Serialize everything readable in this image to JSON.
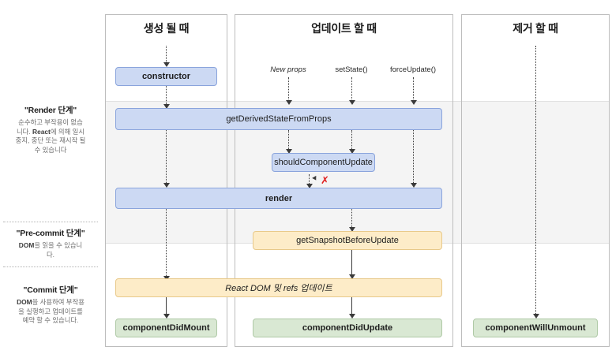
{
  "diagram": {
    "title": "React Component Lifecycle",
    "colors": {
      "render_box": "#ccd9f3",
      "render_box_border": "#8aa4dc",
      "precommit_box": "#fdecc8",
      "precommit_box_border": "#e8c98a",
      "commit_box": "#d9e8d3",
      "commit_box_border": "#afc9a6",
      "band": "#f4f4f4",
      "reject": "#e02020"
    }
  },
  "legend": {
    "phases": [
      {
        "title": "\"Render 단계\"",
        "body_lines": [
          "순수하고 부작용이 없습",
          "니다. React에 의해 일시",
          "중지, 중단 또는 재시작 될",
          "수 있습니다"
        ],
        "bold_word": "React"
      },
      {
        "title": "\"Pre-commit 단계\"",
        "body_lines": [
          "DOM을 읽을 수 있습니",
          "다."
        ],
        "bold_word": "DOM"
      },
      {
        "title": "\"Commit 단계\"",
        "body_lines": [
          "DOM을 사용하여 부작용",
          "을 실행하고 업데이트를",
          "예약 할 수 있습니다."
        ],
        "bold_word": "DOM"
      }
    ]
  },
  "columns": [
    {
      "id": "mounting",
      "title": "생성 될 때"
    },
    {
      "id": "updating",
      "title": "업데이트 할 때"
    },
    {
      "id": "unmounting",
      "title": "제거 할 때"
    }
  ],
  "triggers": [
    {
      "label": "New props",
      "style": "italic"
    },
    {
      "label": "setState()",
      "style": "normal"
    },
    {
      "label": "forceUpdate()",
      "style": "normal"
    }
  ],
  "nodes": {
    "constructor": "constructor",
    "getDerivedStateFromProps": "getDerivedStateFromProps",
    "shouldComponentUpdate": "shouldComponentUpdate",
    "render": "render",
    "getSnapshotBeforeUpdate": "getSnapshotBeforeUpdate",
    "reactDomRefs": "React DOM 및 refs 업데이트",
    "componentDidMount": "componentDidMount",
    "componentDidUpdate": "componentDidUpdate",
    "componentWillUnmount": "componentWillUnmount"
  },
  "marks": {
    "reject": "✗"
  }
}
